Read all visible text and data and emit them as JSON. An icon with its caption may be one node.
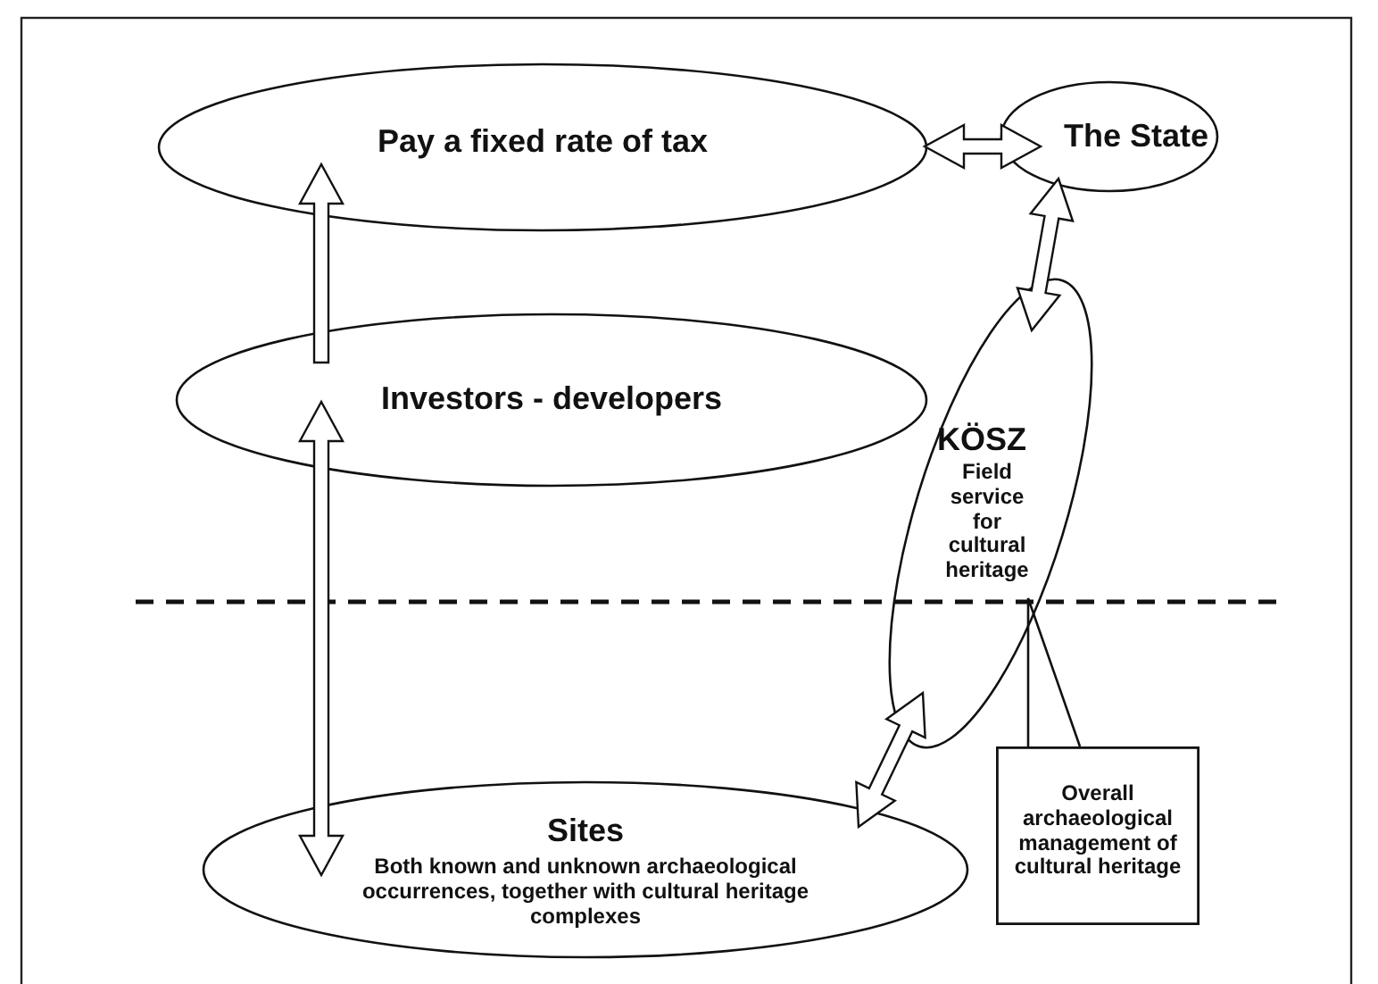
{
  "diagram": {
    "nodes": [
      {
        "text": [
          "Pay a fixed rate of tax"
        ]
      },
      {
        "text": [
          "The State"
        ]
      },
      {
        "text": [
          "Investors - developers"
        ]
      },
      {
        "text": [
          "KÖSZ",
          "Field service for cultural heritage"
        ]
      },
      {
        "text": [
          "Sites",
          "Both known and unknown archaeological occurrences, together with cultural heritage complexes"
        ]
      },
      {
        "text": [
          "Overall archaeological management of cultural heritage"
        ]
      }
    ],
    "edges": [
      {
        "from": 0,
        "to": 1,
        "arrow": "both"
      },
      {
        "from": 2,
        "to": 0,
        "arrow": "to"
      },
      {
        "from": 1,
        "to": 3,
        "arrow": "both"
      },
      {
        "from": 2,
        "to": 4,
        "arrow": "both"
      },
      {
        "from": 3,
        "to": 4,
        "arrow": "both"
      },
      {
        "from": 5,
        "to": 3,
        "arrow": "none"
      }
    ]
  }
}
